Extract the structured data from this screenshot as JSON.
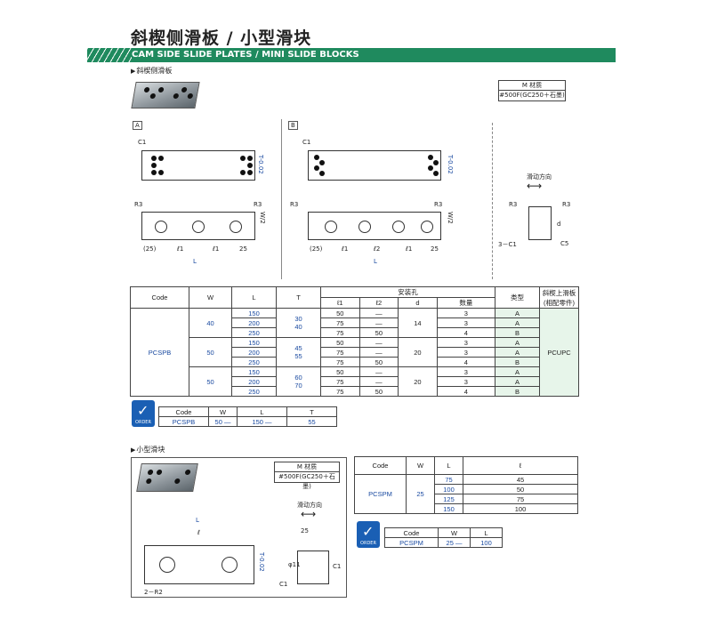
{
  "title": "斜楔侧滑板 / 小型滑块",
  "banner": "CAM SIDE SLIDE PLATES / MINI SLIDE BLOCKS",
  "sec1": "斜楔侧滑板",
  "sec2": "小型滑块",
  "material": {
    "head": "M 材质",
    "value": "#500F(GC250＋石墨)"
  },
  "labels": {
    "a": "A",
    "b": "B",
    "c1": "C1",
    "r3": "R3",
    "l": "L",
    "l1": "ℓ1",
    "l2": "ℓ2",
    "d25": "(25)",
    "n25": "25",
    "slide": "滑动方向",
    "three_c1": "3－C1",
    "c5": "C5",
    "d": "d",
    "tol": "T-0.02",
    "w": "W",
    "w2": "W/2",
    "l_small": "ℓ",
    "two_r2": "2－R2",
    "phi": "φ11",
    "dim25": "25"
  },
  "table1": {
    "headers": [
      "Code",
      "W",
      "L",
      "T",
      "安装孔",
      "类型",
      "斜楔上滑板 (相配零件)"
    ],
    "sub": [
      "ℓ1",
      "ℓ2",
      "d",
      "数量"
    ],
    "code": "PCSPB",
    "mate": "PCUPC",
    "groups": [
      {
        "w": "40",
        "t": [
          "30",
          "40"
        ],
        "d": "14",
        "rows": [
          [
            "150",
            "50",
            "—",
            "3",
            "A"
          ],
          [
            "200",
            "75",
            "—",
            "3",
            "A"
          ],
          [
            "250",
            "75",
            "50",
            "4",
            "B"
          ]
        ]
      },
      {
        "w": "50",
        "t": [
          "45",
          "55"
        ],
        "d": "20",
        "rows": [
          [
            "150",
            "50",
            "—",
            "3",
            "A"
          ],
          [
            "200",
            "75",
            "—",
            "3",
            "A"
          ],
          [
            "250",
            "75",
            "50",
            "4",
            "B"
          ]
        ]
      },
      {
        "w": "50",
        "t": [
          "60",
          "70"
        ],
        "d": "20",
        "rows": [
          [
            "150",
            "50",
            "—",
            "3",
            "A"
          ],
          [
            "200",
            "75",
            "—",
            "3",
            "A"
          ],
          [
            "250",
            "75",
            "50",
            "4",
            "B"
          ]
        ]
      }
    ]
  },
  "order1": {
    "headers": [
      "Code",
      "W",
      "L",
      "T"
    ],
    "values": [
      "PCSPB",
      "50",
      "—",
      "150",
      "—",
      "55"
    ]
  },
  "table2": {
    "headers": [
      "Code",
      "W",
      "L",
      "ℓ"
    ],
    "code": "PCSPM",
    "w": "25",
    "rows": [
      [
        "75",
        "45"
      ],
      [
        "100",
        "50"
      ],
      [
        "125",
        "75"
      ],
      [
        "150",
        "100"
      ]
    ]
  },
  "order2": {
    "headers": [
      "Code",
      "W",
      "L"
    ],
    "values": [
      "PCSPM",
      "25",
      "—",
      "100"
    ]
  },
  "order_label": "ORDER"
}
